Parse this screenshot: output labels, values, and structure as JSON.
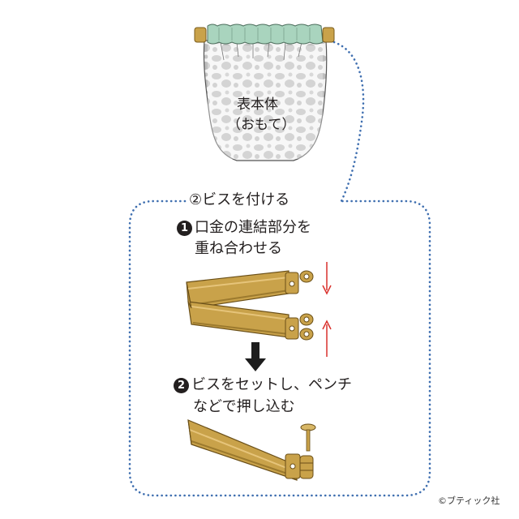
{
  "pouch": {
    "label_line1": "表本体",
    "label_line2": "（おもて）"
  },
  "section": {
    "title": "②ビスを付ける"
  },
  "steps": [
    {
      "number": "1",
      "line1": "口金の連結部分を",
      "line2": "重ね合わせる"
    },
    {
      "number": "2",
      "line1": "ビスをセットし、ペンチ",
      "line2": "などで押し込む"
    }
  ],
  "credit": "©ブティック社",
  "colors": {
    "frame_gold": "#c9a24a",
    "frame_shadow": "#9c7a2e",
    "fabric_green": "#a9d4be",
    "dotted_border": "#3f6fb0",
    "arrow_red": "#d9312c",
    "arrow_black": "#1d1d1d"
  }
}
